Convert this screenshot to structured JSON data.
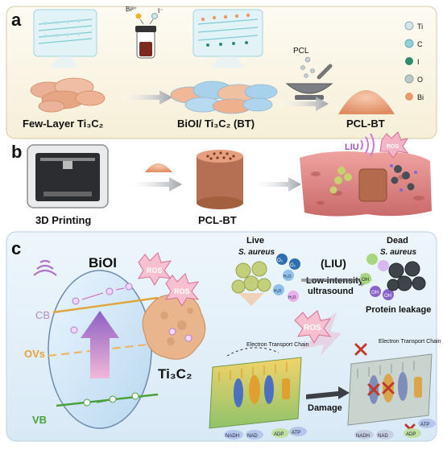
{
  "panels": {
    "a": {
      "letter": "a",
      "steps": {
        "few_layer": "Few-Layer Ti₃C₂",
        "bioi": "BiOI/ Ti₃C₂ (BT)",
        "pcl_bt": "PCL-BT"
      },
      "reagents": {
        "bi": "Bi³⁺",
        "iodide": "I⁻",
        "pcl": "PCL"
      },
      "legend": [
        {
          "key": "ti",
          "label": "Ti",
          "color": "#cfe6ea"
        },
        {
          "key": "c",
          "label": "C",
          "color": "#8fd0d6"
        },
        {
          "key": "i",
          "label": "I",
          "color": "#2e8b6c"
        },
        {
          "key": "o",
          "label": "O",
          "color": "#bcc8c9"
        },
        {
          "key": "bi",
          "label": "Bi",
          "color": "#e99a6a"
        }
      ]
    },
    "b": {
      "letter": "b",
      "printing": "3D Printing",
      "pcl_bt": "PCL-BT",
      "liu": "LIU",
      "ros": "ROS"
    },
    "c": {
      "letter": "c",
      "bioi": "BiOI",
      "cb": "CB",
      "ovs": "OVs",
      "vb": "VB",
      "ti3c2": "Ti₃C₂",
      "ros_1": "ROS",
      "ros_2": "ROS",
      "ros_center": "ROS",
      "live_title": "Live",
      "live_species": "S. aureus",
      "dead_title": "Dead",
      "dead_species": "S. aureus",
      "liu": "(LIU)",
      "low_intensity": "Low-intensity",
      "ultrasound": "ultrasound",
      "protein_leakage": "Protein leakage",
      "damage": "Damage",
      "etc_left": "Electron Transport Chain",
      "etc_right": "Electron Transport Chain",
      "nadh": "NADH",
      "nad": "NAD",
      "adp": "ADP",
      "atp": "ATP",
      "o2": "O₂",
      "h2o": "H₂O",
      "oh": "OH"
    }
  },
  "colors": {
    "panel_a_bg": "#fbf7e8",
    "panel_c_bg": "#e4f0fa",
    "tan": "#e9a37e",
    "bioi_blue": "#a8d2ec",
    "ros_pink": "#f6b7c8",
    "bacteria_live": "#c3cf7a",
    "bacteria_dead": "#4a4f57",
    "vb_green": "#4aa03a"
  }
}
